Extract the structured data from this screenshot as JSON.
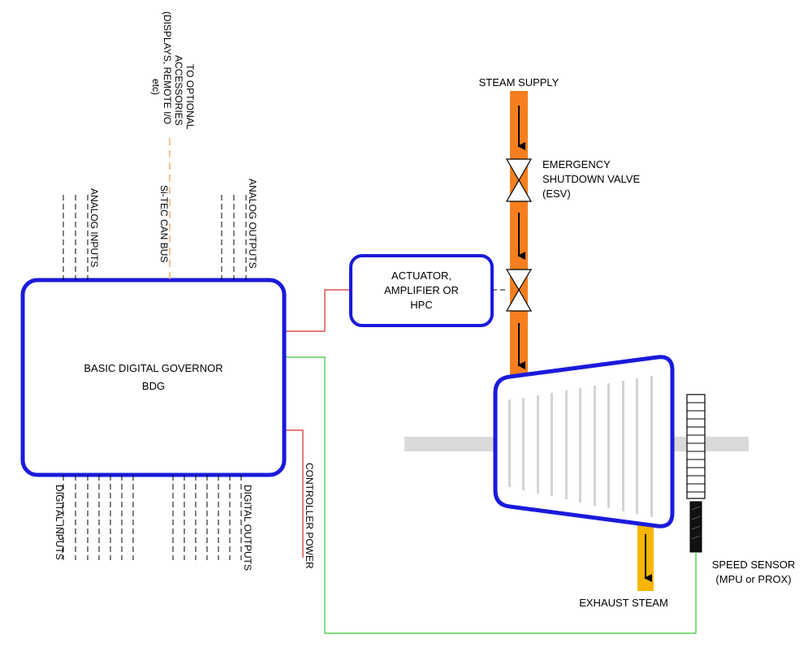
{
  "governor": {
    "line1": "BASIC DIGITAL GOVERNOR",
    "line2": "BDG"
  },
  "actuator": {
    "line1": "ACTUATOR,",
    "line2": "AMPLIFIER OR",
    "line3": "HPC"
  },
  "steam_supply": "STEAM SUPPLY",
  "esv": {
    "line1": "EMERGENCY",
    "line2": "SHUTDOWN VALVE",
    "line3": "(ESV)"
  },
  "exhaust_steam": "EXHAUST STEAM",
  "speed_sensor": {
    "line1": "SPEED SENSOR",
    "line2": "(MPU or PROX)"
  },
  "accessories": {
    "line1": "TO OPTIONAL",
    "line2": "ACCESSORIES",
    "line3": "(DISPLAYS, REMOTE I/O",
    "line4": "etc)"
  },
  "can_bus": "Si-TEC CAN BUS",
  "analog_inputs": "ANALOG INPUTS",
  "analog_outputs": "ANALOG OUTPUTS",
  "digital_inputs": "DIGITAL INPUTS",
  "digital_outputs": "DIGITAL OUTPUTS",
  "controller_power": "CONTROLLER POWER",
  "colors": {
    "box_border": "#1a1adb",
    "steam_pipe": "#f57f1f",
    "exhaust_pipe": "#f7b500",
    "actuator_wire": "#d42a2a",
    "sensor_wire": "#33cc33",
    "can_bus_line": "#f0a050",
    "shaft": "#d9d9d9",
    "blade": "#d3d3d3"
  }
}
